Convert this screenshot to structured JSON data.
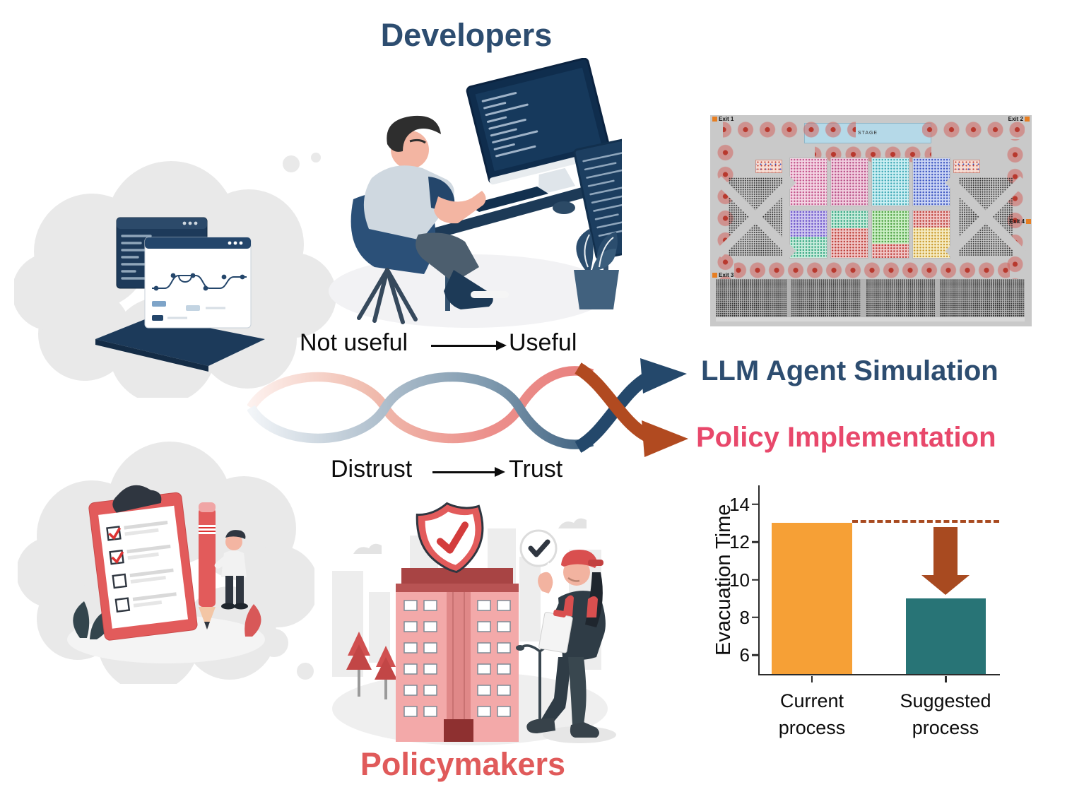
{
  "titles": {
    "developers": "Developers",
    "policymakers": "Policymakers"
  },
  "flow": {
    "usefulness_from": "Not useful",
    "usefulness_to": "Useful",
    "trust_from": "Distrust",
    "trust_to": "Trust"
  },
  "outcomes": {
    "simulation": "LLM Agent Simulation",
    "policy": "Policy Implementation"
  },
  "map": {
    "stage_label": "STAGE",
    "exits": [
      "Exit 1",
      "Exit 2",
      "Exit 3",
      "Exit 4"
    ]
  },
  "chart_data": {
    "type": "bar",
    "title": "",
    "categories": [
      "Current process",
      "Suggested process"
    ],
    "category_lines": [
      [
        "Current",
        "process"
      ],
      [
        "Suggested",
        "process"
      ]
    ],
    "values": [
      13,
      9
    ],
    "bar_colors": [
      "#F6A036",
      "#287476"
    ],
    "xlabel": "",
    "ylabel": "Evacuation Time",
    "ylim": [
      5,
      15
    ],
    "yticks": [
      6,
      8,
      10,
      12,
      14
    ],
    "grid": false,
    "legend": null,
    "annotations": {
      "dashed_line_y": 13,
      "decrease_arrow": true
    }
  },
  "colors": {
    "developers_accent": "#2D4D70",
    "policymakers_accent": "#E05A5A",
    "policy_label": "#E8486B",
    "simulation_arrow": "#24486B",
    "policy_arrow": "#B14A20",
    "chart_current": "#F6A036",
    "chart_suggested": "#287476"
  }
}
